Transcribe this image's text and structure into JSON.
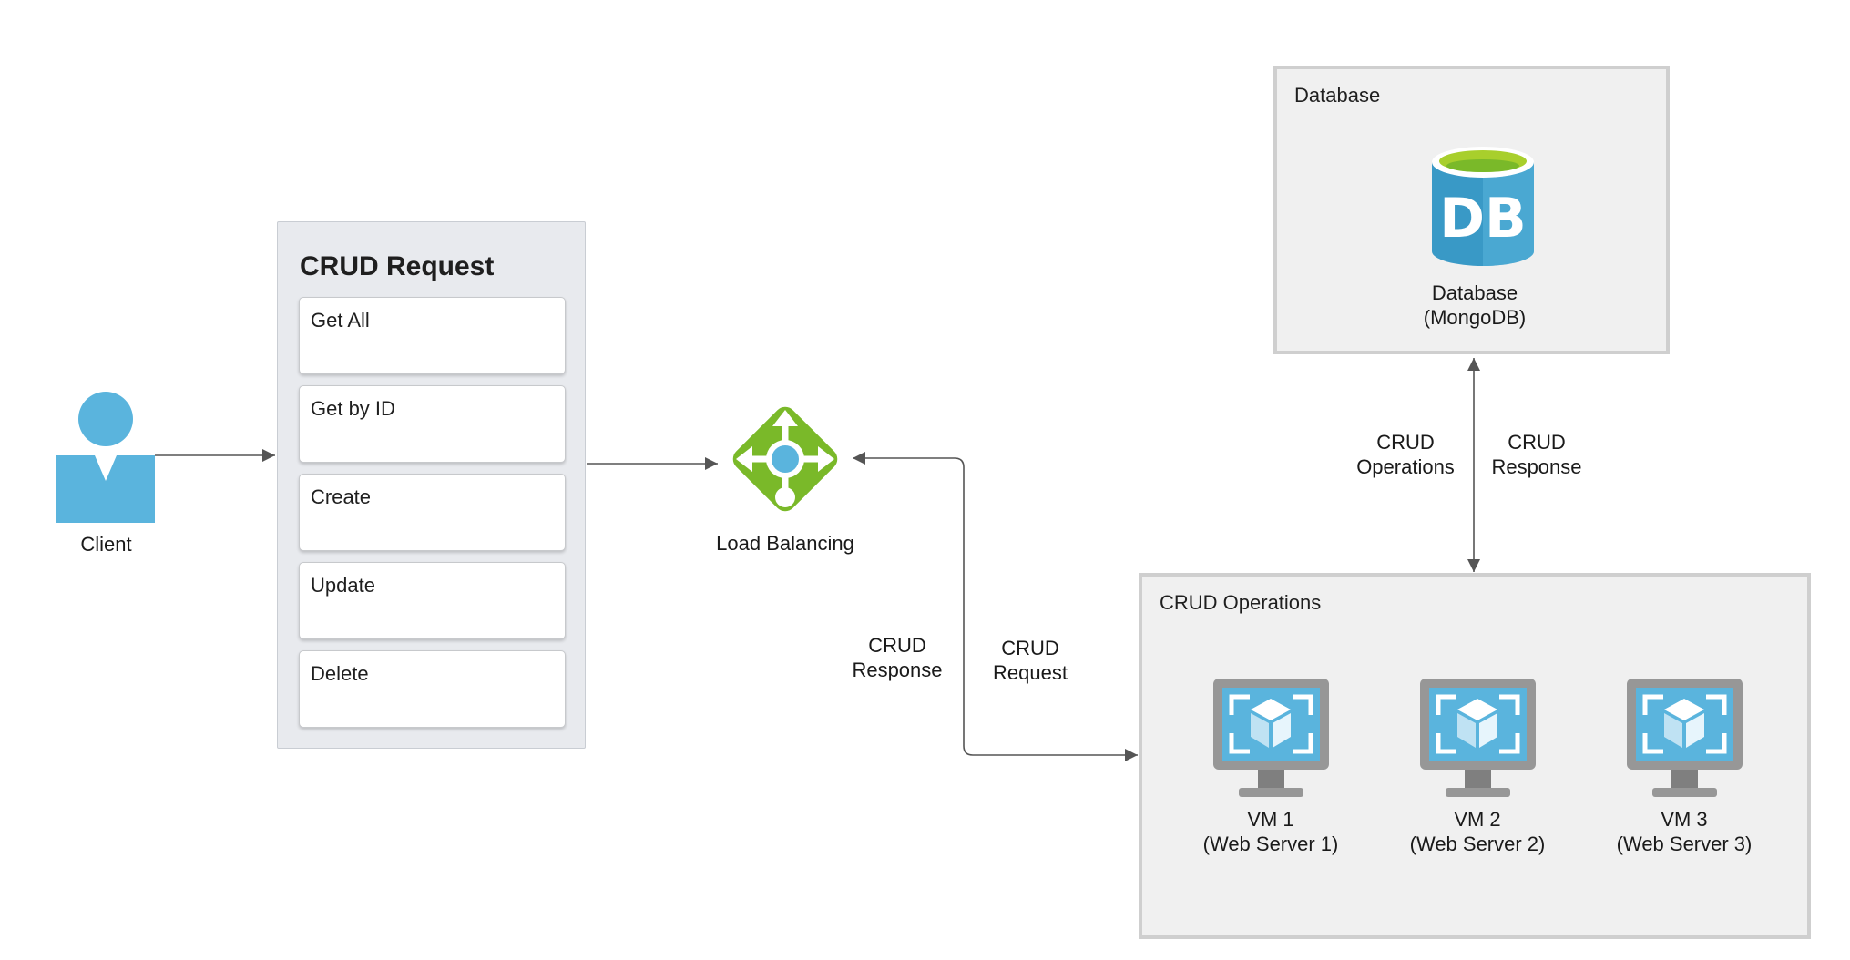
{
  "client": {
    "label": "Client",
    "color": "#5ab4dd"
  },
  "crud_request": {
    "title": "CRUD Request",
    "operations": [
      "Get All",
      "Get by ID",
      "Create",
      "Update",
      "Delete"
    ]
  },
  "load_balancer": {
    "label": "Load Balancing",
    "color": "#7ab929"
  },
  "edges": {
    "lb_ops_response": [
      "CRUD",
      "Response"
    ],
    "lb_ops_request": [
      "CRUD",
      "Request"
    ],
    "db_ops_operations": [
      "CRUD",
      "Operations"
    ],
    "db_ops_response": [
      "CRUD",
      "Response"
    ]
  },
  "database_panel": {
    "title": "Database",
    "icon_text": "DB",
    "label_lines": [
      "Database",
      "(MongoDB)"
    ],
    "color": "#3999c6"
  },
  "operations_panel": {
    "title": "CRUD Operations",
    "vms": [
      {
        "name": "VM 1",
        "role": "(Web Server 1)"
      },
      {
        "name": "VM 2",
        "role": "(Web Server 2)"
      },
      {
        "name": "VM 3",
        "role": "(Web Server 3)"
      }
    ]
  }
}
